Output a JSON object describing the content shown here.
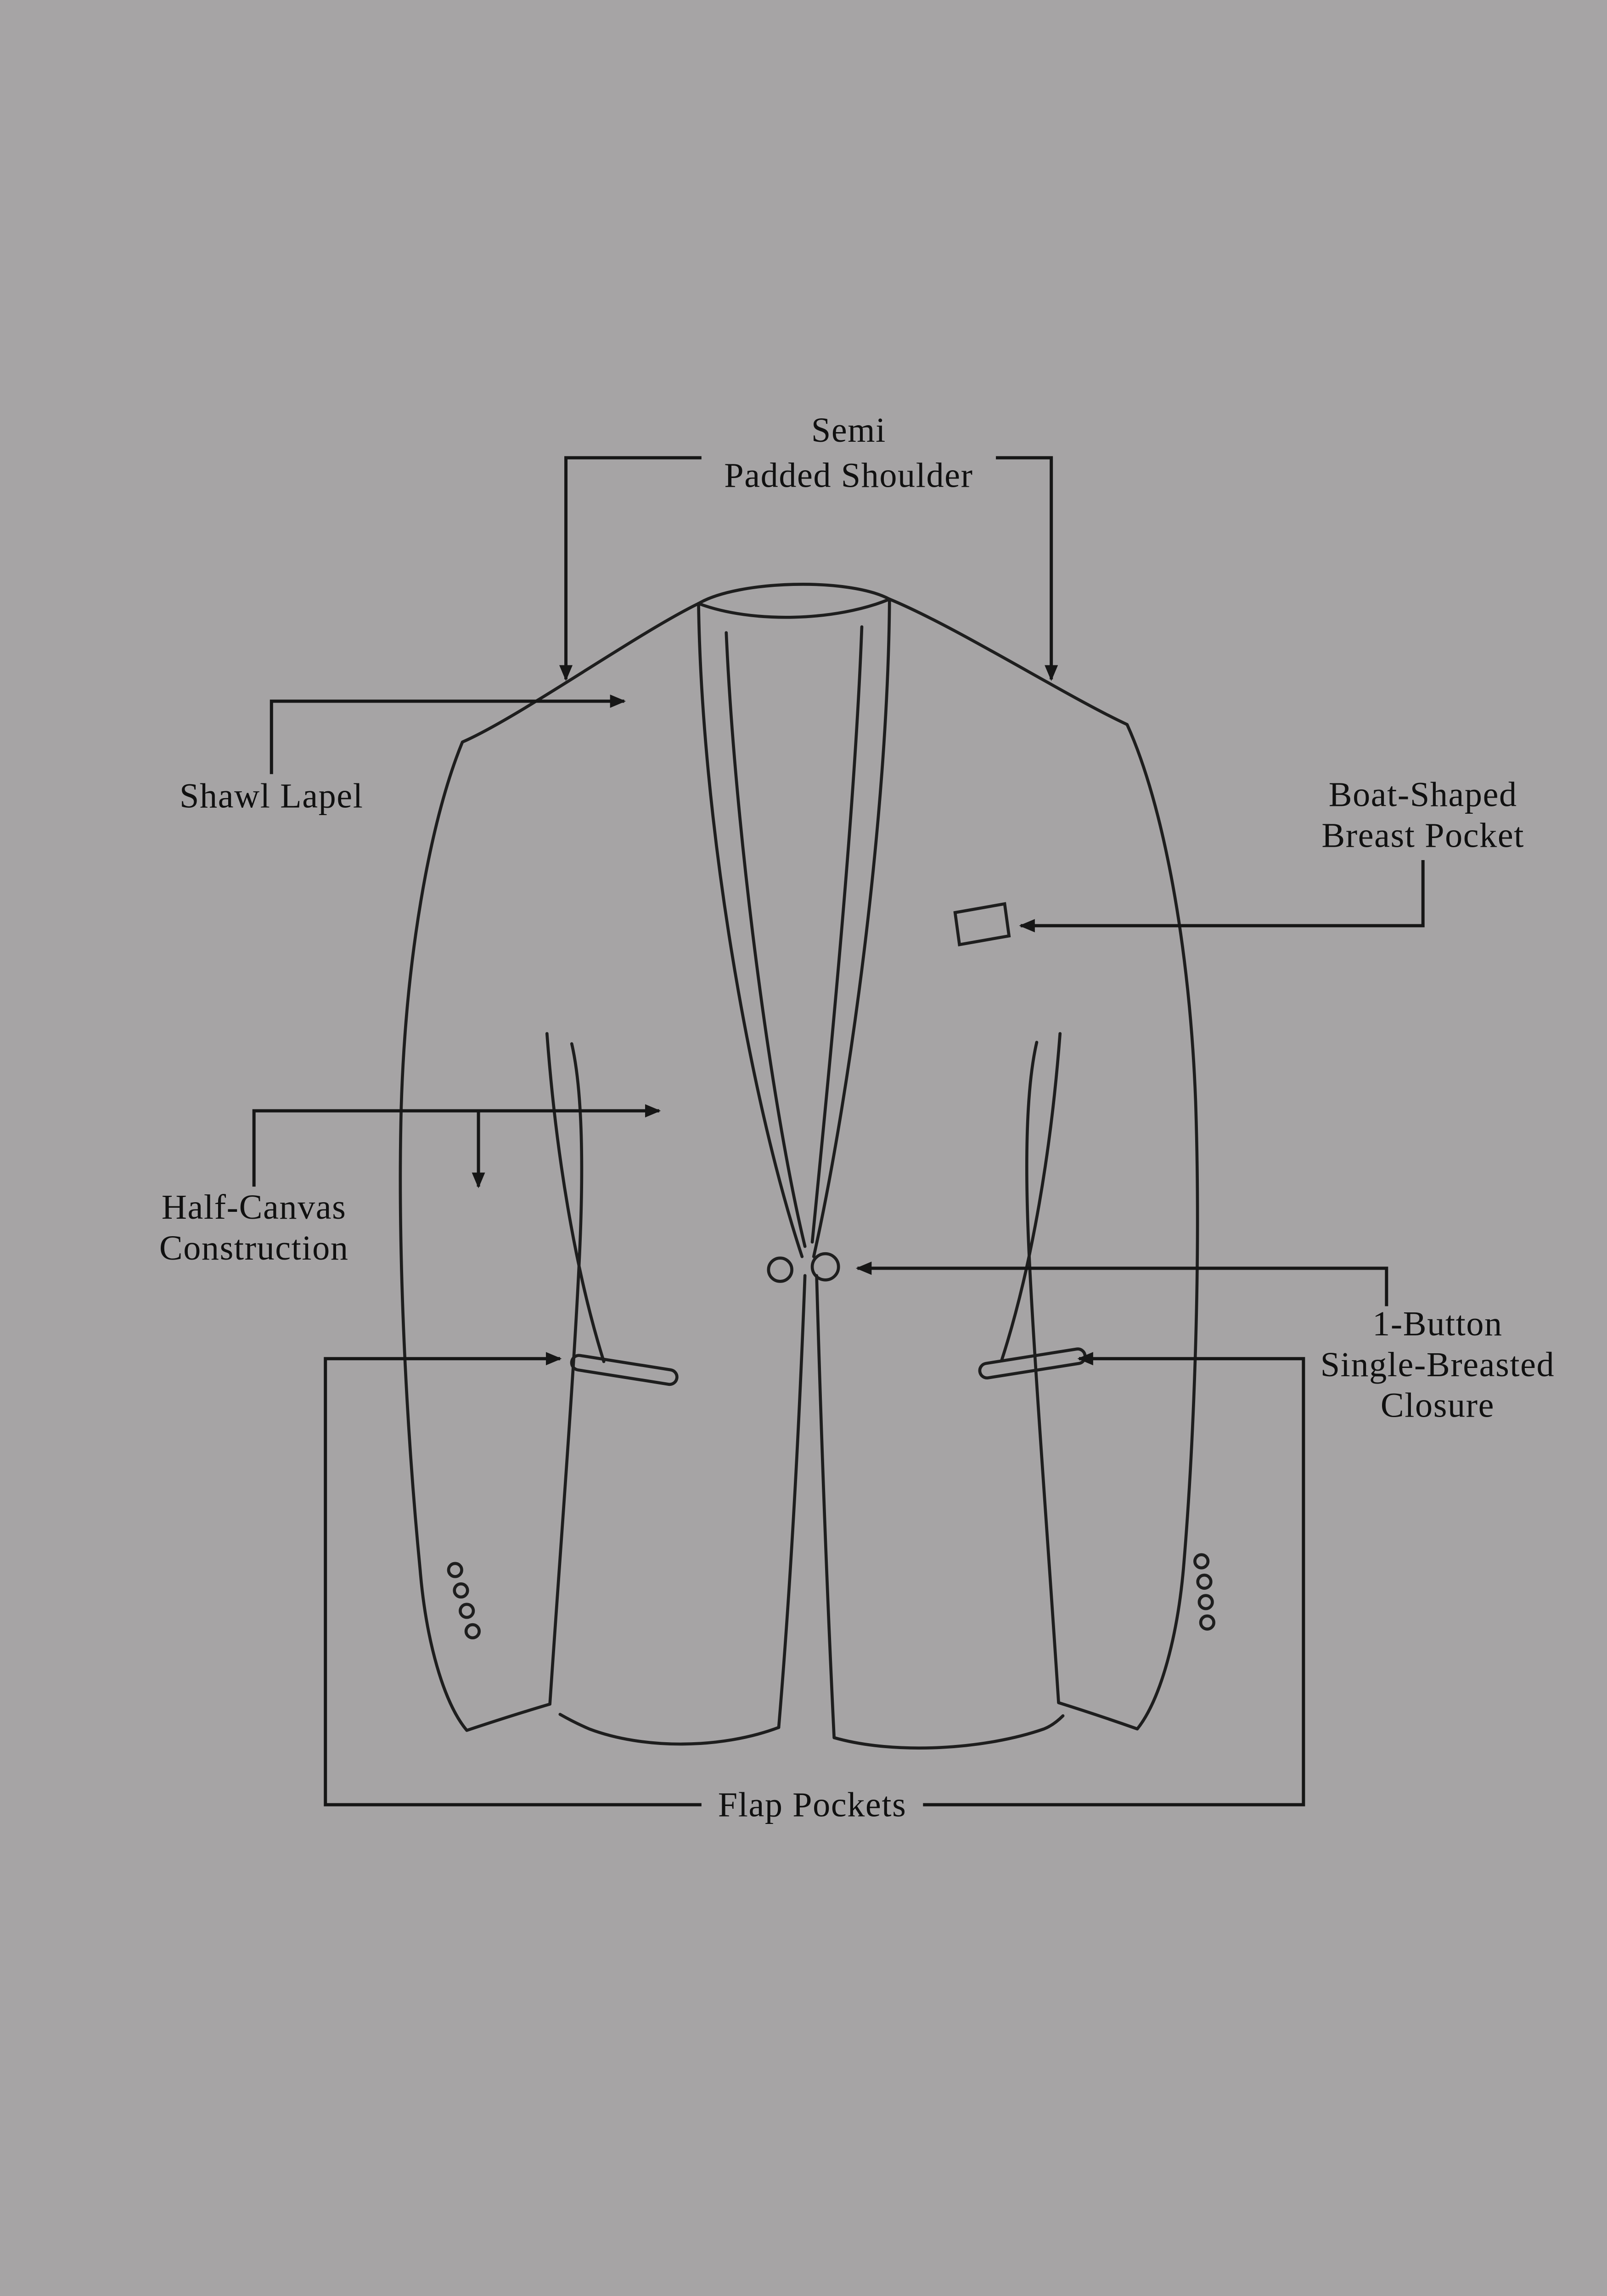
{
  "page": {
    "background_color": "#a6a4a5",
    "line_color": "#1e1e1e",
    "text_color": "#101010"
  },
  "diagram": {
    "type": "annotated-diagram",
    "subject": "single-breasted shawl-lapel tuxedo jacket, front view line drawing",
    "labels": [
      {
        "id": "semi-padded-shoulder",
        "lines": [
          "Semi",
          "Padded Shoulder"
        ]
      },
      {
        "id": "shawl-lapel",
        "lines": [
          "Shawl Lapel"
        ]
      },
      {
        "id": "boat-shaped-breast-pocket",
        "lines": [
          "Boat-Shaped",
          "Breast Pocket"
        ]
      },
      {
        "id": "half-canvas-construction",
        "lines": [
          "Half-Canvas",
          "Construction"
        ]
      },
      {
        "id": "one-button-single-breasted-closure",
        "lines": [
          "1-Button",
          "Single-Breasted",
          "Closure"
        ]
      },
      {
        "id": "flap-pockets",
        "lines": [
          "Flap Pockets"
        ]
      }
    ]
  }
}
